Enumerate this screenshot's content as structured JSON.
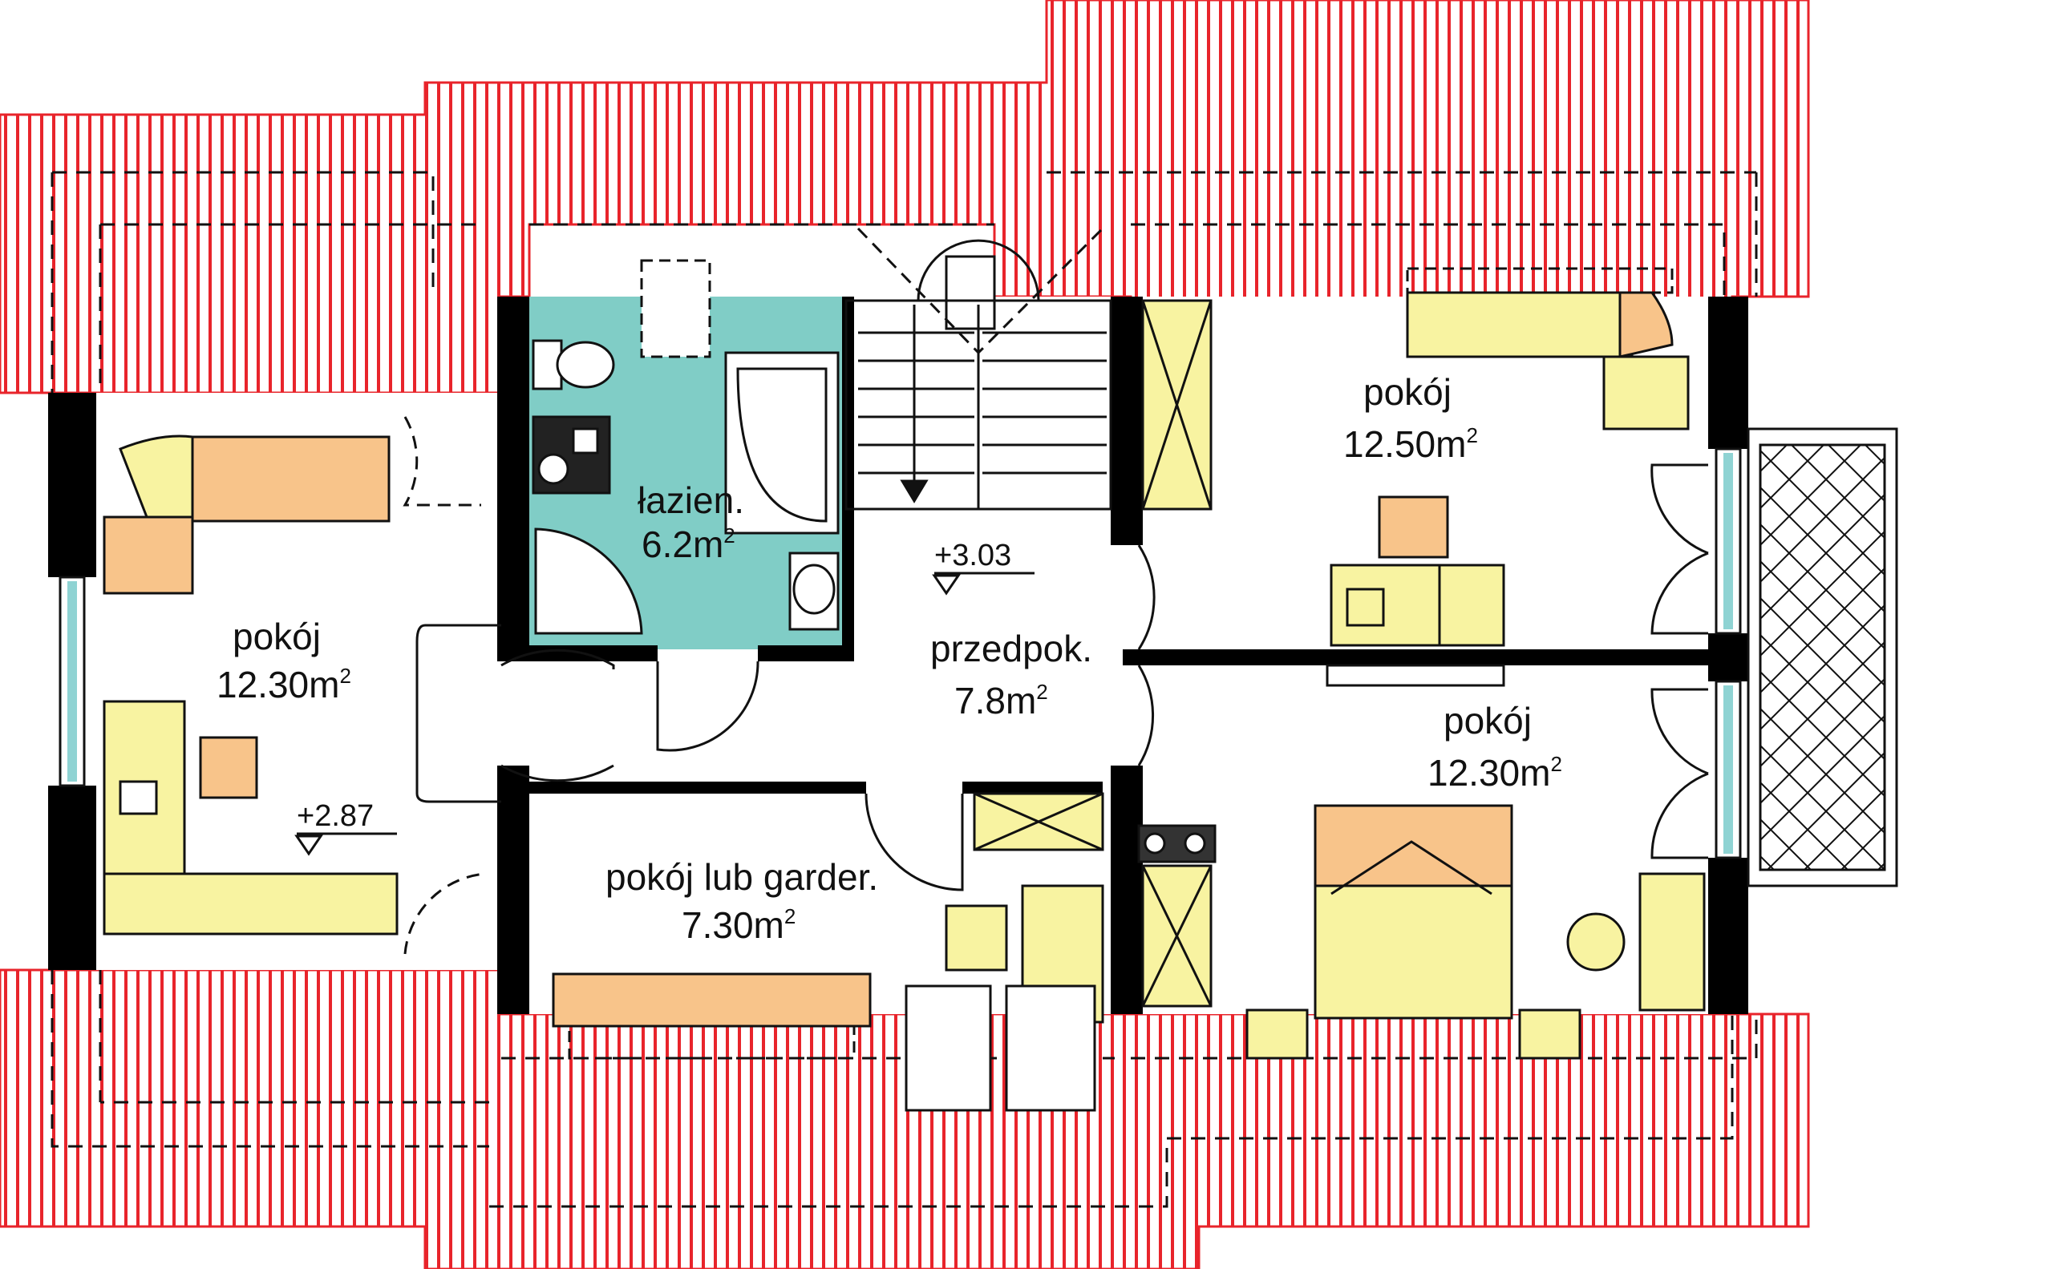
{
  "colors": {
    "roof_fill": "#ffffff",
    "roof_stroke": "#e8242b",
    "wall": "#000000",
    "bathroom": "#80cdc6",
    "furniture_yellow": "#f8f3a1",
    "furniture_orange": "#f8c48a",
    "glass": "#8fd3d3"
  },
  "rooms": [
    {
      "id": "room-west",
      "label": "pokój",
      "area": "12.30m",
      "sup": "2"
    },
    {
      "id": "bathroom",
      "label": "łazien.",
      "area": "6.2m",
      "sup": "2"
    },
    {
      "id": "hall",
      "label": "przedpok.",
      "area": "7.8m",
      "sup": "2"
    },
    {
      "id": "room-dressing",
      "label": "pokój lub garder.",
      "area": "7.30m",
      "sup": "2"
    },
    {
      "id": "room-ne",
      "label": "pokój",
      "area": "12.50m",
      "sup": "2"
    },
    {
      "id": "room-se",
      "label": "pokój",
      "area": "12.30m",
      "sup": "2"
    }
  ],
  "levels": [
    {
      "id": "level-hall",
      "value": "+3.03"
    },
    {
      "id": "level-west",
      "value": "+2.87"
    }
  ]
}
